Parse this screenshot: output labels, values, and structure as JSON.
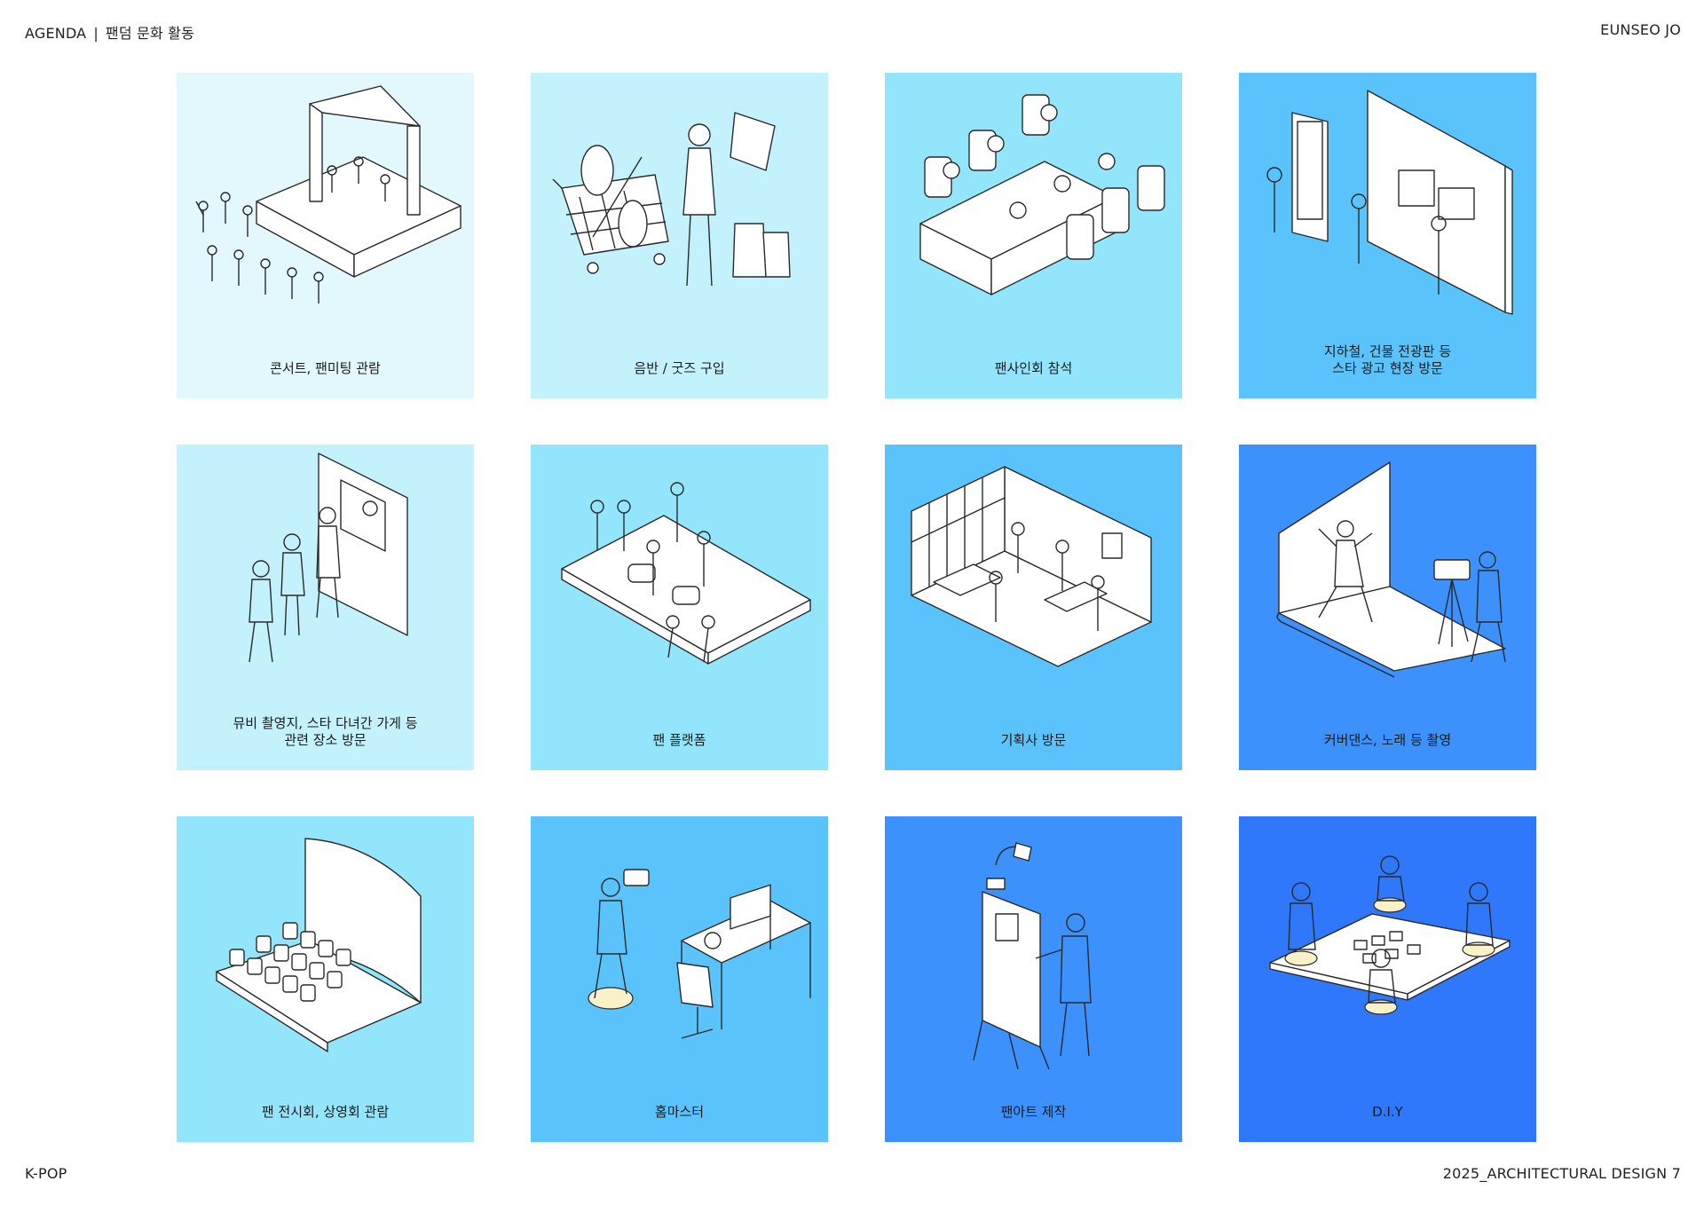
{
  "header": {
    "section": "AGENDA",
    "separator": "|",
    "title": "팬덤 문화 활동",
    "author": "EUNSEO JO"
  },
  "footer": {
    "left": "K-POP",
    "right": "2025_ARCHITECTURAL DESIGN 7"
  },
  "cards": [
    {
      "label": "콘서트, 팬미팅 관람",
      "color": "#e3f8fd",
      "icon": "concert-stage-icon"
    },
    {
      "label": "음반 / 굿즈 구입",
      "color": "#c3f2fc",
      "icon": "shopping-cart-icon"
    },
    {
      "label": "팬사인회 참석",
      "color": "#93e5fb",
      "icon": "fansign-table-icon"
    },
    {
      "label": "지하철, 건물 전광판 등\n스타 광고 현장 방문",
      "color": "#5bc3fc",
      "icon": "billboard-icon"
    },
    {
      "label": "뮤비 촬영지, 스타 다녀간 가게 등\n관련 장소 방문",
      "color": "#c3f2fc",
      "icon": "shop-window-icon"
    },
    {
      "label": "팬 플랫폼",
      "color": "#93e5fb",
      "icon": "phone-platform-icon"
    },
    {
      "label": "기획사 방문",
      "color": "#5bc3fc",
      "icon": "agency-room-icon"
    },
    {
      "label": "커버댄스, 노래 등 촬영",
      "color": "#3c91fc",
      "icon": "camera-tripod-icon"
    },
    {
      "label": "팬 전시회, 상영회 관람",
      "color": "#93e5fb",
      "icon": "screening-seats-icon"
    },
    {
      "label": "홈마스터",
      "color": "#5bc3fc",
      "icon": "photographer-icon"
    },
    {
      "label": "팬아트 제작",
      "color": "#3c91fc",
      "icon": "easel-drawing-icon"
    },
    {
      "label": "D.I.Y",
      "color": "#2f78fb",
      "icon": "diy-workshop-icon"
    }
  ]
}
